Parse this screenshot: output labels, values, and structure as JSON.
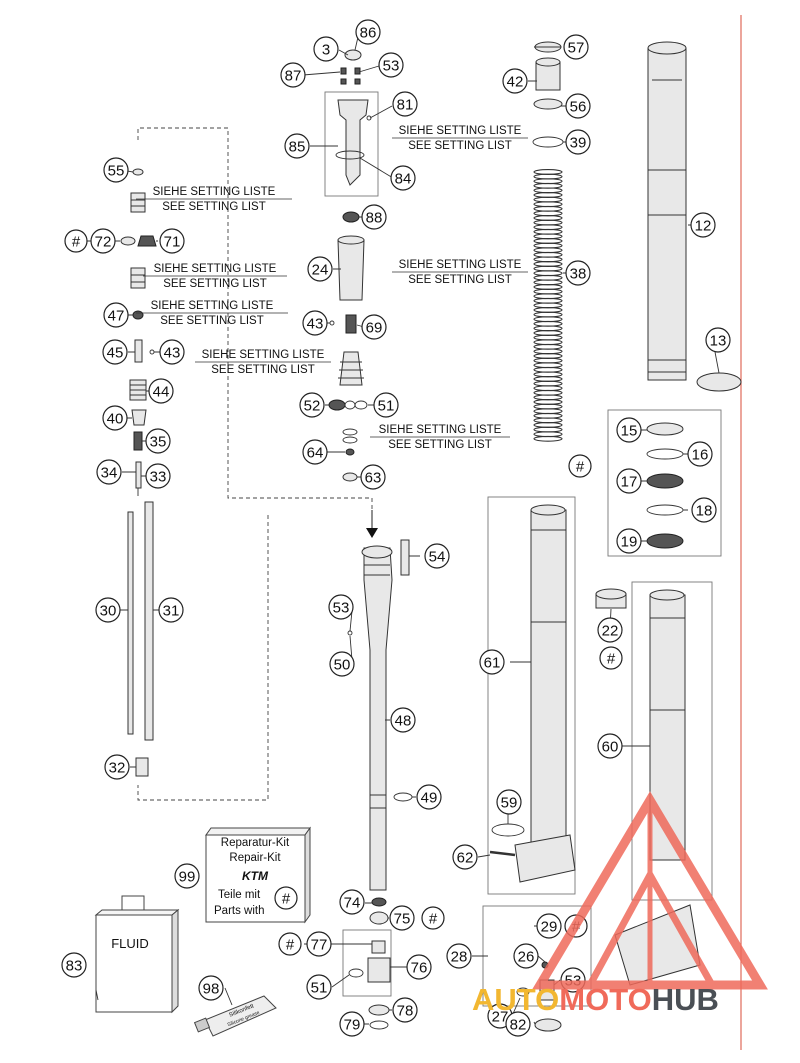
{
  "callouts": {
    "n3": "3",
    "n86": "86",
    "n87": "87",
    "n53a": "53",
    "n81": "81",
    "n85": "85",
    "n84": "84",
    "n88": "88",
    "n24": "24",
    "n43a": "43",
    "n69": "69",
    "n52": "52",
    "n51a": "51",
    "n64": "64",
    "n63": "63",
    "n55": "55",
    "n72": "72",
    "n71": "71",
    "n47": "47",
    "n45": "45",
    "n43b": "43",
    "n44": "44",
    "n40": "40",
    "n35": "35",
    "n34": "34",
    "n33": "33",
    "n30": "30",
    "n31": "31",
    "n32": "32",
    "n57": "57",
    "n42": "42",
    "n56": "56",
    "n39": "39",
    "n38": "38",
    "n12": "12",
    "n13": "13",
    "n15": "15",
    "n16": "16",
    "n17": "17",
    "n18": "18",
    "n19": "19",
    "n54": "54",
    "n53b": "53",
    "n50": "50",
    "n48": "48",
    "n49": "49",
    "n61": "61",
    "n59": "59",
    "n62": "62",
    "n22": "22",
    "n60": "60",
    "n74": "74",
    "n75": "75",
    "n77": "77",
    "n76": "76",
    "n51b": "51",
    "n78": "78",
    "n79": "79",
    "n99": "99",
    "n83": "83",
    "n98": "98",
    "n29": "29",
    "n28": "28",
    "n26": "26",
    "n27": "27",
    "n53c": "53",
    "n82": "82"
  },
  "hash": "#",
  "notes": {
    "setting_de": "SIEHE SETTING LISTE",
    "setting_en": "SEE SETTING LIST"
  },
  "kit": {
    "line1": "Reparatur-Kit",
    "line2": "Repair-Kit",
    "brand": "KTM",
    "line3": "Teile mit",
    "line4": "Parts with"
  },
  "fluid_label": "FLUID",
  "grease_label": "Silikonfett",
  "grease_sub": "Silicone grease",
  "watermark": {
    "part1": "AUTO",
    "part2": "MOTO",
    "part3": "HUB",
    "colors": {
      "auto": "#f2b731",
      "moto": "#f06a5a",
      "hub": "#4a4f55"
    }
  }
}
